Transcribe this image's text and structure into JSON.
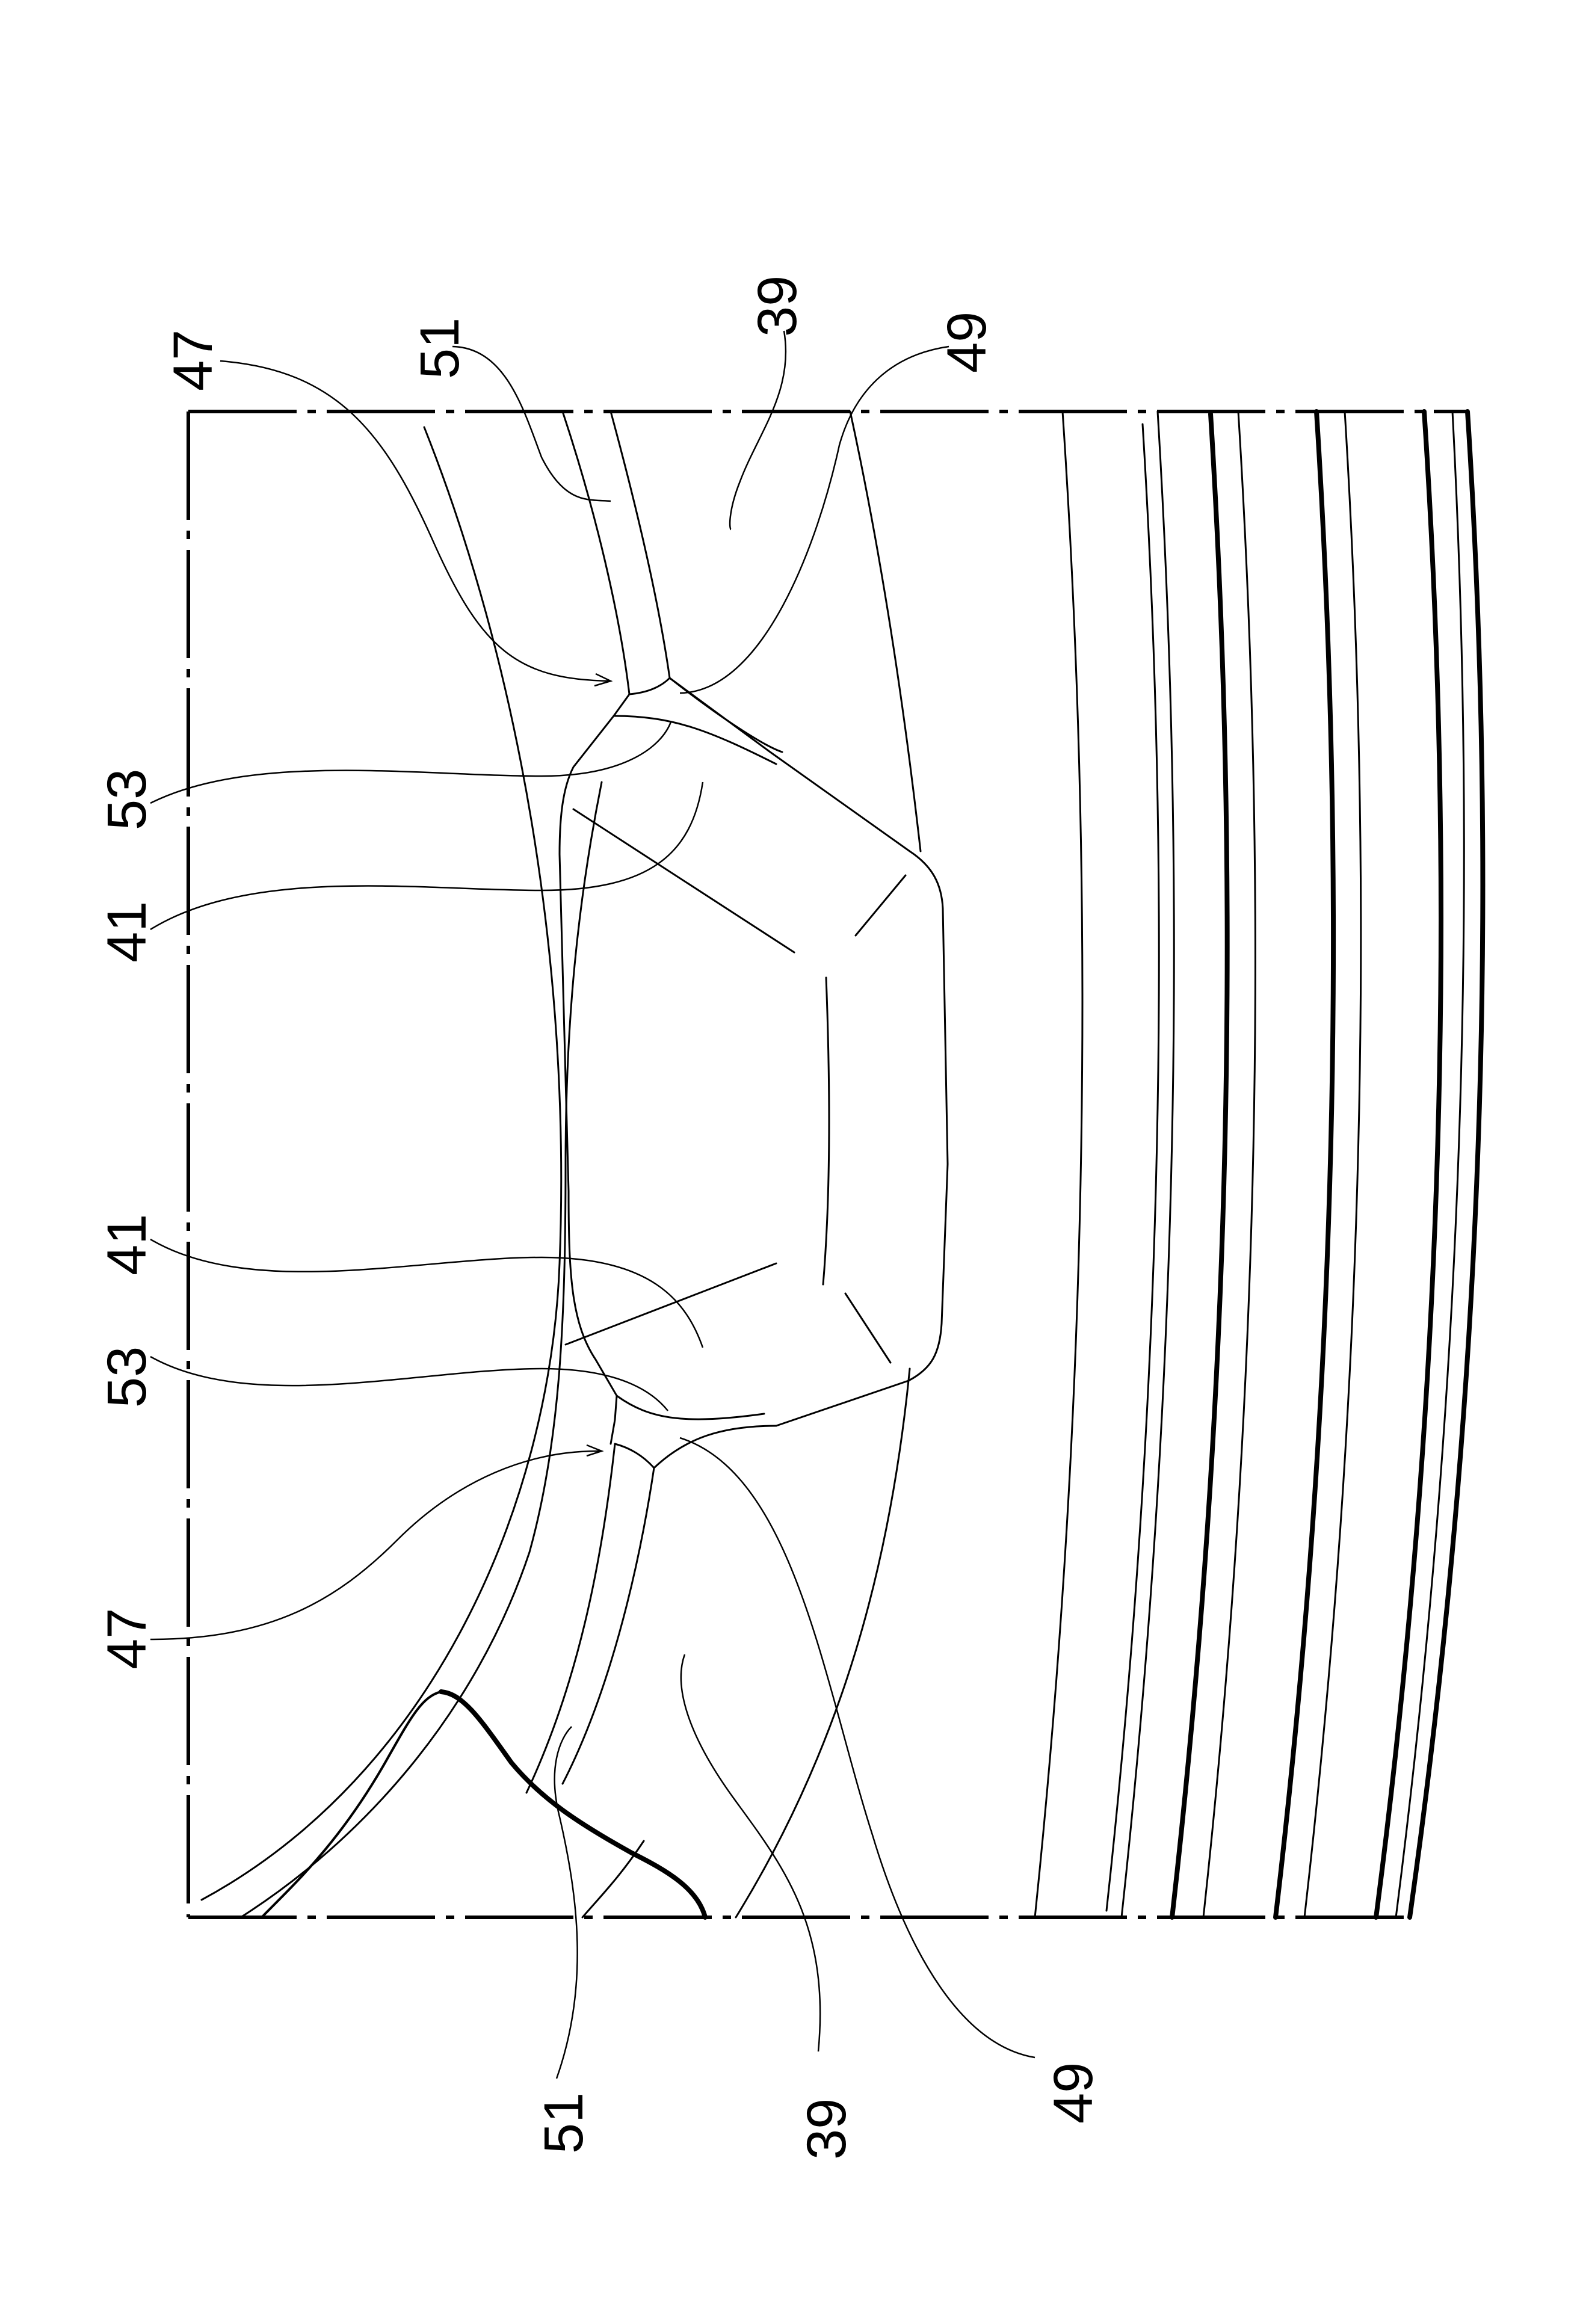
{
  "figure": {
    "type": "patent-drawing",
    "subject": "tire tread pattern partial plan view",
    "line_color": "#000000",
    "background": "#ffffff"
  },
  "labels": {
    "top": [
      {
        "id": "47",
        "text": "47"
      },
      {
        "id": "51",
        "text": "51"
      },
      {
        "id": "39",
        "text": "39"
      },
      {
        "id": "49",
        "text": "49"
      }
    ],
    "left": [
      {
        "id": "53",
        "text": "53"
      },
      {
        "id": "41",
        "text": "41"
      },
      {
        "id": "41b",
        "text": "41"
      },
      {
        "id": "53b",
        "text": "53"
      },
      {
        "id": "47b",
        "text": "47"
      }
    ],
    "bottom": [
      {
        "id": "51b",
        "text": "51"
      },
      {
        "id": "39b",
        "text": "39"
      },
      {
        "id": "49b",
        "text": "49"
      }
    ]
  }
}
